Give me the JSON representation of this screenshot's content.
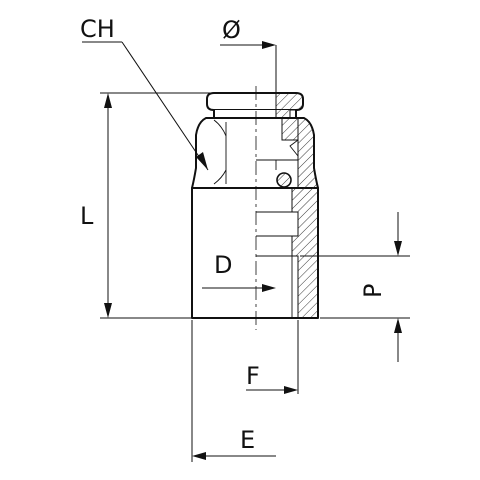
{
  "labels": {
    "hex": "CH",
    "diameter": "Ø",
    "length": "L",
    "bore": "D",
    "thread_depth": "P",
    "thread_size": "F",
    "outer_size": "E"
  }
}
